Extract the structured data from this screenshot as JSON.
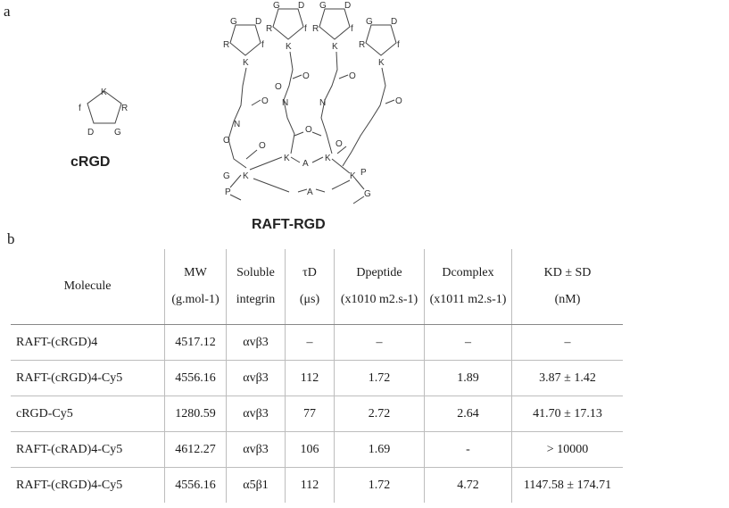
{
  "figure": {
    "panel_a_label": "a",
    "panel_b_label": "b",
    "structures": {
      "crgd_caption": "cRGD",
      "raft_caption": "RAFT-RGD",
      "crgd_ring": [
        "K",
        "R",
        "G",
        "D",
        "f"
      ],
      "raft_cyclic_peptides": [
        [
          "G",
          "D",
          "R",
          "f",
          "K"
        ],
        [
          "G",
          "D",
          "R",
          "f",
          "K"
        ],
        [
          "G",
          "D",
          "R",
          "f",
          "K"
        ],
        [
          "G",
          "D",
          "R",
          "f",
          "K"
        ]
      ],
      "raft_scaffold_atoms": [
        "K",
        "A",
        "K",
        "K",
        "A",
        "K",
        "G",
        "P",
        "P",
        "G"
      ],
      "linker_atoms": [
        "O",
        "N",
        "O",
        "N",
        "O",
        "O",
        "N",
        "O",
        "O",
        "O",
        "O",
        "O"
      ]
    },
    "table": {
      "headers": [
        {
          "line1": "Molecule",
          "line2": ""
        },
        {
          "line1": "MW",
          "line2": "(g.mol-1)"
        },
        {
          "line1": "Soluble",
          "line2": "integrin"
        },
        {
          "line1": "τD",
          "line2": "(μs)"
        },
        {
          "line1": "Dpeptide",
          "line2": "(x1010 m2.s-1)"
        },
        {
          "line1": "Dcomplex",
          "line2": "(x1011 m2.s-1)"
        },
        {
          "line1": "KD ± SD",
          "line2": "(nM)"
        }
      ],
      "rows": [
        {
          "molecule": "RAFT-(cRGD)4",
          "mw": "4517.12",
          "integrin": "αvβ3",
          "tau": "–",
          "dpeptide": "–",
          "dcomplex": "–",
          "kd": "–"
        },
        {
          "molecule": "RAFT-(cRGD)4-Cy5",
          "mw": "4556.16",
          "integrin": "αvβ3",
          "tau": "112",
          "dpeptide": "1.72",
          "dcomplex": "1.89",
          "kd": "3.87 ± 1.42"
        },
        {
          "molecule": "cRGD-Cy5",
          "mw": "1280.59",
          "integrin": "αvβ3",
          "tau": "77",
          "dpeptide": "2.72",
          "dcomplex": "2.64",
          "kd": "41.70 ± 17.13"
        },
        {
          "molecule": "RAFT-(cRAD)4-Cy5",
          "mw": "4612.27",
          "integrin": "αvβ3",
          "tau": "106",
          "dpeptide": "1.69",
          "dcomplex": "-",
          "kd": "> 10000"
        },
        {
          "molecule": "RAFT-(cRGD)4-Cy5",
          "mw": "4556.16",
          "integrin": "α5β1",
          "tau": "112",
          "dpeptide": "1.72",
          "dcomplex": "4.72",
          "kd": "1147.58 ± 174.71"
        }
      ]
    }
  }
}
